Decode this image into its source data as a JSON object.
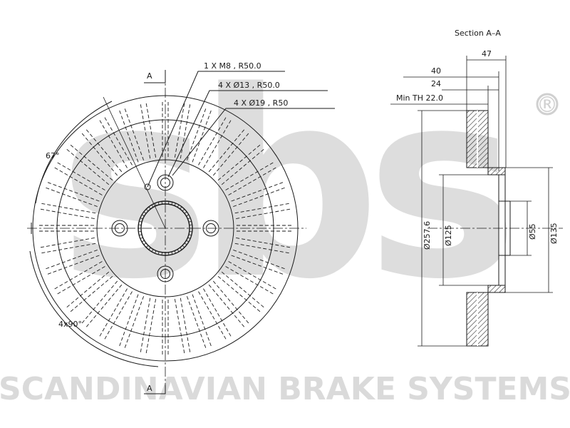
{
  "section_label": "Section A–A",
  "cut_marker": "A",
  "callouts": {
    "m8": "1 X M8 , R50.0",
    "holes13": "4 X Ø13 , R50.0",
    "holes19": "4 X Ø19 , R50"
  },
  "angles": {
    "vent": "67°",
    "bolt": "4x90°"
  },
  "dims": {
    "width_47": "47",
    "width_40": "40",
    "width_24": "24",
    "min_th": "Min TH 22.0",
    "dia_257": "Ø257.6",
    "dia_125": "Ø125",
    "dia_55": "Ø55",
    "dia_135": "Ø135"
  },
  "brand": {
    "watermark": "sbs",
    "registered": "®",
    "footer": "SCANDINAVIAN BRAKE SYSTEMS"
  },
  "colors": {
    "line": "#1a1a1a",
    "watermark": "#d9d9d9",
    "hatch": "#2a2a2a"
  }
}
